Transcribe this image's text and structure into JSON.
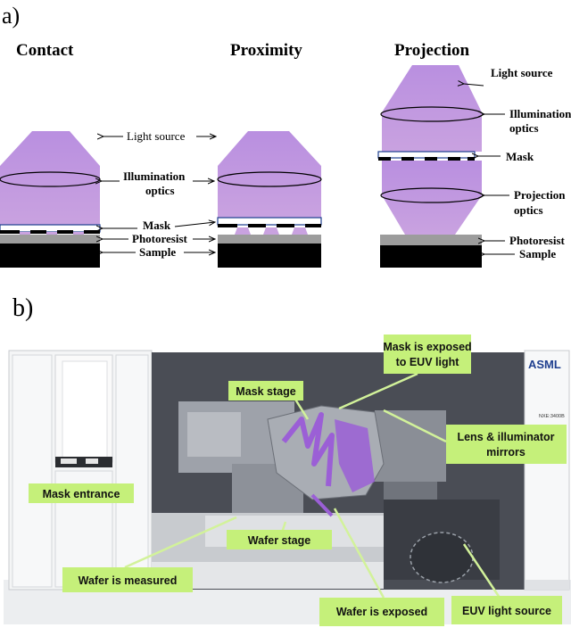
{
  "panel_a": {
    "label": "a)",
    "columns": {
      "contact": "Contact",
      "proximity": "Proximity",
      "projection": "Projection"
    },
    "labels_left": {
      "light_source": "Light source",
      "illumination_1": "Illumination",
      "illumination_2": "optics",
      "mask": "Mask",
      "photoresist": "Photoresist",
      "sample": "Sample"
    },
    "labels_right": {
      "light_source": "Light source",
      "illumination_1": "Illumination",
      "illumination_2": "optics",
      "mask": "Mask",
      "projection_1": "Projection",
      "projection_2": "optics",
      "photoresist": "Photoresist",
      "sample": "Sample"
    },
    "colors": {
      "beam": "#c9a2e0",
      "source": "#f2b09a",
      "mask_line": "#1f3f8f"
    }
  },
  "panel_b": {
    "label": "b)",
    "brand": "ASML",
    "model": "NXE:3400B",
    "callouts": {
      "mask_exposed_1": "Mask is exposed",
      "mask_exposed_2": "to EUV light",
      "mask_stage": "Mask stage",
      "lens_1": "Lens & illuminator",
      "lens_2": "mirrors",
      "mask_entrance": "Mask entrance",
      "wafer_stage": "Wafer stage",
      "wafer_measured": "Wafer is measured",
      "wafer_exposed": "Wafer is exposed",
      "euv_source": "EUV light source"
    },
    "colors": {
      "callout_fill": "#c5f07a",
      "leader": "#d2f29a",
      "machine_dark": "#4a4d55",
      "euv_beam": "#9b5fd6"
    }
  }
}
